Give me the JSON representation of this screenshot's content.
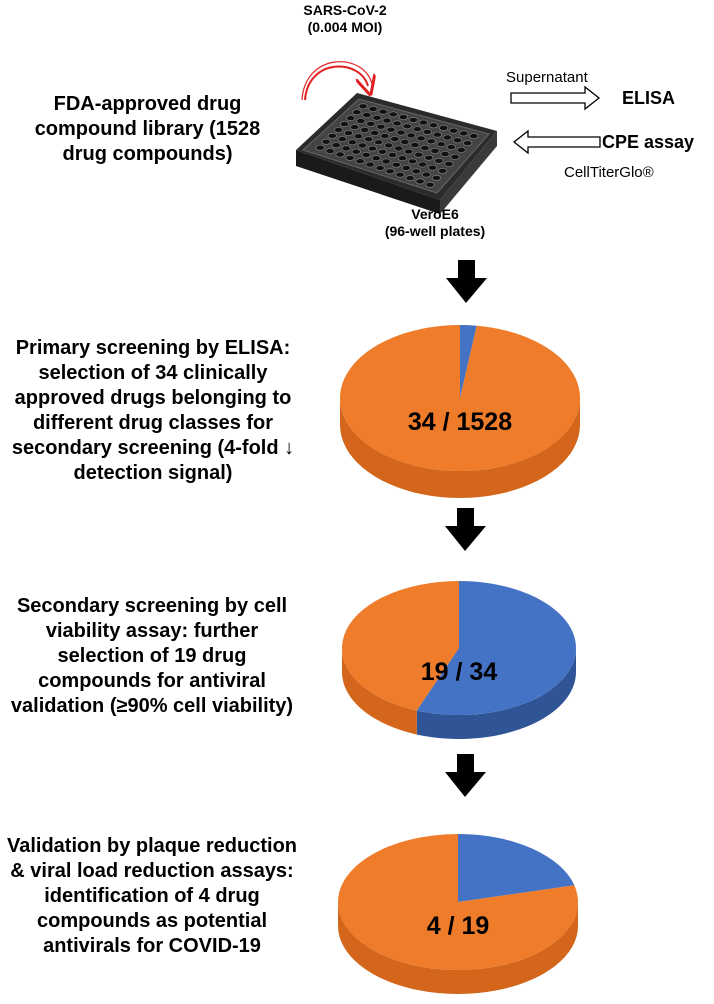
{
  "top": {
    "virus_label": "SARS-CoV-2",
    "moi_label": "(0.004 MOI)",
    "library_label": "FDA-approved drug compound library (1528 drug compounds)",
    "cells_label": "VeroE6",
    "plates_label": "(96-well plates)",
    "supernatant_label": "Supernatant",
    "elisa_label": "ELISA",
    "cpe_label": "CPE assay",
    "reagent_label": "CellTiterGlo®"
  },
  "steps": [
    {
      "description": "Primary screening by ELISA: selection of 34 clinically approved drugs belonging to different drug classes for secondary screening (4-fold ↓ detection signal)",
      "pie_label": "34 / 1528"
    },
    {
      "description": "Secondary screening by cell viability assay: further selection of 19 drug compounds for antiviral validation (≥90% cell viability)",
      "pie_label": "19 / 34"
    },
    {
      "description": "Validation by plaque reduction & viral load reduction assays: identification of 4 drug compounds as potential antivirals for COVID-19",
      "pie_label": "4 / 19"
    }
  ],
  "chart_data": [
    {
      "type": "pie",
      "values": [
        34,
        1528
      ]
    },
    {
      "type": "pie",
      "values": [
        19,
        34
      ]
    },
    {
      "type": "pie",
      "values": [
        4,
        19
      ]
    }
  ],
  "colors": {
    "orange_top": "#ee7c2b",
    "orange_side": "#d3661a",
    "blue_top": "#4472c4",
    "blue_side": "#2f5597",
    "curved_arrow": "#e02020",
    "arrow": "#000000"
  }
}
